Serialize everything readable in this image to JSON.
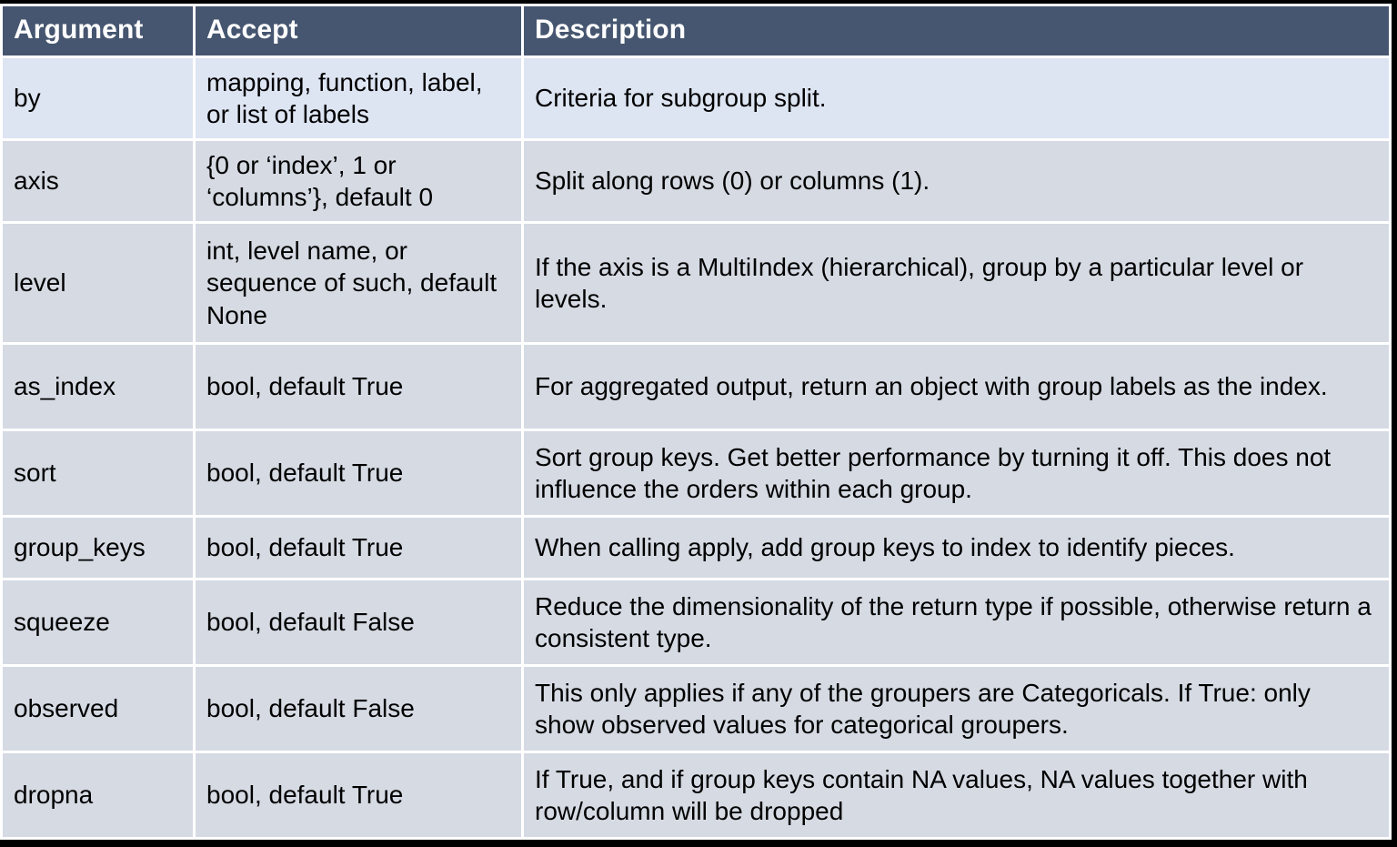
{
  "table": {
    "columns": [
      "Argument",
      "Accept",
      "Description"
    ],
    "rows": [
      {
        "argument": "by",
        "accept": "mapping, function, label, or list of labels",
        "description": "Criteria for subgroup split."
      },
      {
        "argument": "axis",
        "accept": "{0 or ‘index’, 1 or ‘columns’}, default 0",
        "description": "Split along rows (0) or columns (1)."
      },
      {
        "argument": "level",
        "accept": "int, level name, or sequence of such, default None",
        "description": "If the axis is a MultiIndex (hierarchical), group by a particular level or levels."
      },
      {
        "argument": "as_index",
        "accept": "bool, default True",
        "description": "For aggregated output, return an object with group labels as the index."
      },
      {
        "argument": "sort",
        "accept": "bool, default True",
        "description": "Sort group keys. Get better performance by turning it off. This does not influence the orders within each group."
      },
      {
        "argument": "group_keys",
        "accept": "bool, default True",
        "description": "When calling apply, add group keys to index to identify pieces."
      },
      {
        "argument": "squeeze",
        "accept": "bool, default False",
        "description": "Reduce the dimensionality of the return type if possible, otherwise return a consistent type."
      },
      {
        "argument": "observed",
        "accept": "bool, default False",
        "description": "This only applies if any of the groupers are Categoricals. If True: only show observed values for categorical groupers."
      },
      {
        "argument": "dropna",
        "accept": "bool, default True",
        "description": "If True, and if group keys contain NA values, NA values together with row/column will be dropped"
      }
    ]
  },
  "colors": {
    "header_bg": "#465670",
    "header_text": "#ffffff",
    "row_light": "#dde4f2",
    "row_gray": "#d5dae3",
    "grid": "#ffffff",
    "surround": "#000000",
    "body_text": "#000000"
  }
}
